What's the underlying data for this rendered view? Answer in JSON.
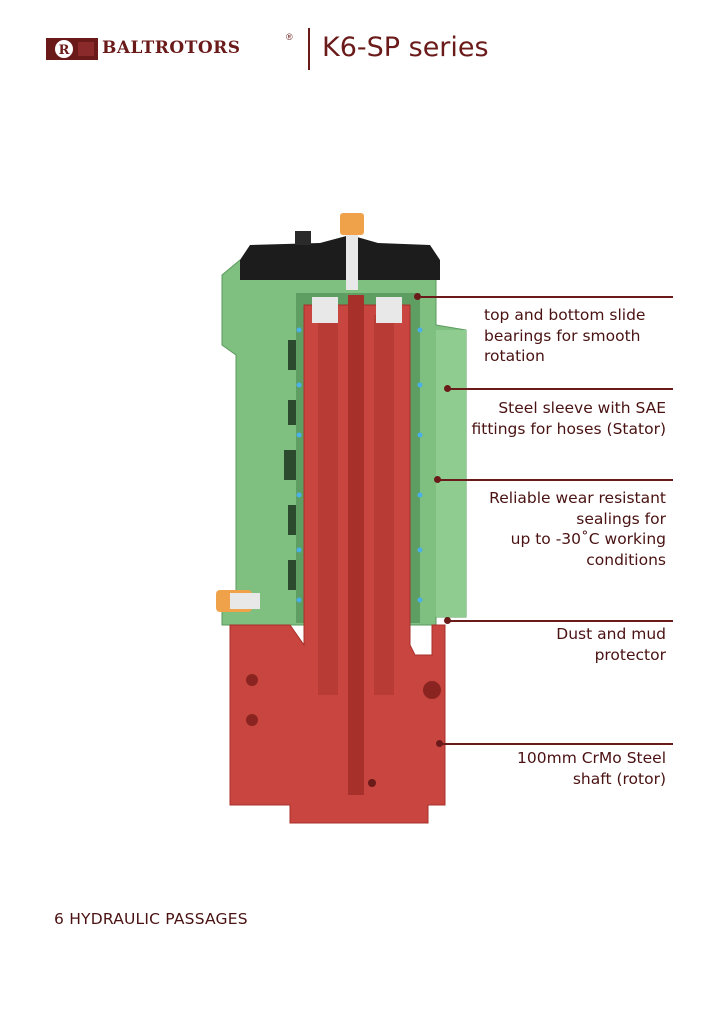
{
  "header": {
    "brand": "BALTROTORS",
    "registered": "®",
    "series_title": "K6-SP series"
  },
  "callouts": [
    {
      "lines": [
        "top and bottom slide",
        "bearings for smooth",
        "rotation"
      ]
    },
    {
      "lines": [
        "Steel sleeve with SAE",
        "fittings for hoses (Stator)"
      ]
    },
    {
      "lines": [
        "Reliable wear resistant",
        "sealings for",
        "up to -30˚C working",
        "conditions"
      ]
    },
    {
      "lines": [
        "Dust and mud",
        "protector"
      ]
    },
    {
      "lines": [
        "100mm CrMo Steel",
        "shaft (rotor)"
      ]
    }
  ],
  "footer": {
    "text": "6 HYDRAULIC PASSAGES"
  },
  "colors": {
    "brand": "#6b1a1a",
    "stator_green": "#7fbf80",
    "rotor_red": "#c9453f",
    "cap_black": "#1c1c1c",
    "fitting_orange": "#f0a24a"
  }
}
